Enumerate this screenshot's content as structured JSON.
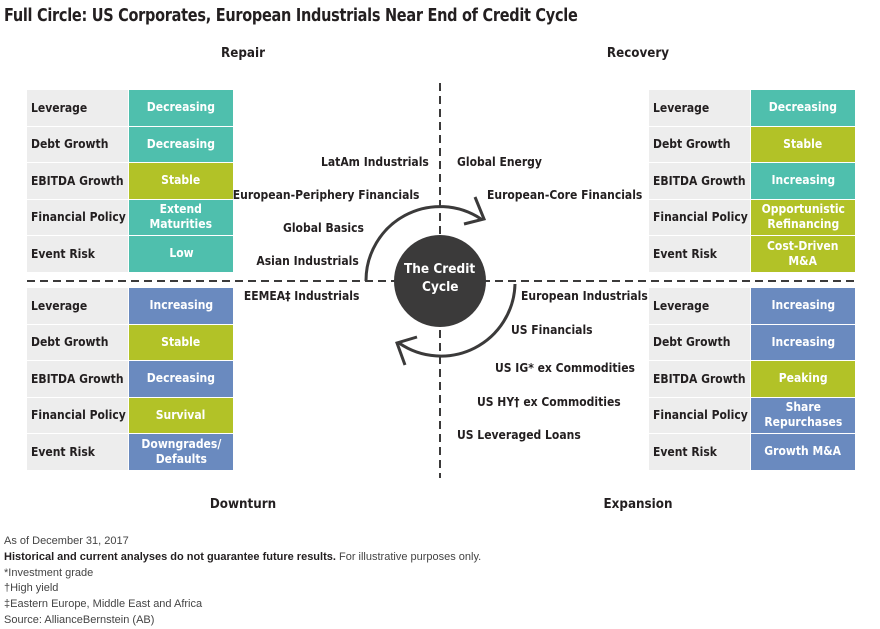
{
  "title": "Full Circle: US Corporates, European Industrials Near End of Credit Cycle",
  "colors": {
    "teal": "#4fbfad",
    "green": "#b2c227",
    "blue": "#6a8abf",
    "label_bg": "#ededed",
    "circle": "#3b3a3a"
  },
  "center": {
    "line1": "The Credit",
    "line2": "Cycle"
  },
  "quadrants": {
    "repair": {
      "name": "Repair",
      "rows": [
        {
          "label": "Leverage",
          "value": "Decreasing",
          "color": "teal"
        },
        {
          "label": "Debt Growth",
          "value": "Decreasing",
          "color": "teal"
        },
        {
          "label": "EBITDA Growth",
          "value": "Stable",
          "color": "green"
        },
        {
          "label": "Financial Policy",
          "value": "Extend\nMaturities",
          "color": "teal"
        },
        {
          "label": "Event Risk",
          "value": "Low",
          "color": "teal"
        }
      ],
      "sectors": [
        "LatAm Industrials",
        "European-Periphery Financials",
        "Global Basics",
        "Asian Industrials"
      ]
    },
    "recovery": {
      "name": "Recovery",
      "rows": [
        {
          "label": "Leverage",
          "value": "Decreasing",
          "color": "teal"
        },
        {
          "label": "Debt Growth",
          "value": "Stable",
          "color": "green"
        },
        {
          "label": "EBITDA Growth",
          "value": "Increasing",
          "color": "teal"
        },
        {
          "label": "Financial Policy",
          "value": "Opportunistic\nRefinancing",
          "color": "green"
        },
        {
          "label": "Event Risk",
          "value": "Cost-Driven\nM&A",
          "color": "green"
        }
      ],
      "sectors": [
        "Global Energy",
        "European-Core Financials"
      ]
    },
    "downturn": {
      "name": "Downturn",
      "rows": [
        {
          "label": "Leverage",
          "value": "Increasing",
          "color": "blue"
        },
        {
          "label": "Debt Growth",
          "value": "Stable",
          "color": "green"
        },
        {
          "label": "EBITDA Growth",
          "value": "Decreasing",
          "color": "blue"
        },
        {
          "label": "Financial Policy",
          "value": "Survival",
          "color": "green"
        },
        {
          "label": "Event Risk",
          "value": "Downgrades/\nDefaults",
          "color": "blue"
        }
      ],
      "sectors": [
        "EEMEA‡ Industrials"
      ]
    },
    "expansion": {
      "name": "Expansion",
      "rows": [
        {
          "label": "Leverage",
          "value": "Increasing",
          "color": "blue"
        },
        {
          "label": "Debt Growth",
          "value": "Increasing",
          "color": "blue"
        },
        {
          "label": "EBITDA Growth",
          "value": "Peaking",
          "color": "green"
        },
        {
          "label": "Financial Policy",
          "value": "Share\nRepurchases",
          "color": "blue"
        },
        {
          "label": "Event Risk",
          "value": "Growth M&A",
          "color": "blue"
        }
      ],
      "sectors": [
        "European Industrials",
        "US Financials",
        "US IG* ex Commodities",
        "US HY† ex Commodities",
        "US Leveraged Loans"
      ]
    }
  },
  "notes": {
    "as_of": "As of December 31, 2017",
    "disclaimer_bold": "Historical and current analyses do not guarantee future results.",
    "disclaimer_rest": " For illustrative purposes only.",
    "footnote1": "*Investment grade",
    "footnote2": "†High yield",
    "footnote3": "‡Eastern Europe, Middle East and Africa",
    "source": "Source: AllianceBernstein (AB)"
  }
}
